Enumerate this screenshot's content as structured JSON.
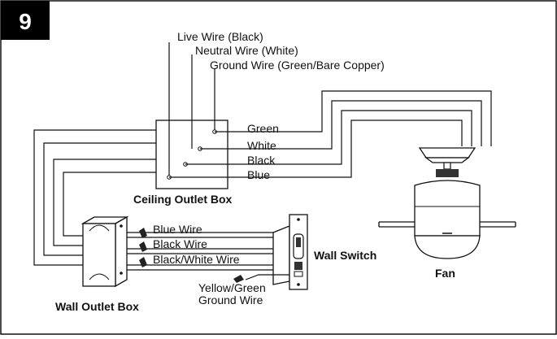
{
  "figure": {
    "number": "9",
    "colors": {
      "line": "#111111",
      "badge_bg": "#000000",
      "badge_text": "#ffffff",
      "background": "#ffffff"
    }
  },
  "labels": {
    "live_wire": "Live Wire (Black)",
    "neutral_wire": "Neutral Wire (White)",
    "ground_wire": "Ground Wire (Green/Bare Copper)",
    "green": "Green",
    "white": "White",
    "black": "Black",
    "blue": "Blue",
    "ceiling_outlet_box": "Ceiling Outlet Box",
    "blue_wire": "Blue Wire",
    "black_wire": "Black Wire",
    "black_white_wire": "Black/White Wire",
    "wall_switch": "Wall Switch",
    "yellow_green": "Yellow/Green",
    "ground_wire_2": "Ground Wire",
    "wall_outlet_box": "Wall Outlet Box",
    "fan": "Fan"
  }
}
